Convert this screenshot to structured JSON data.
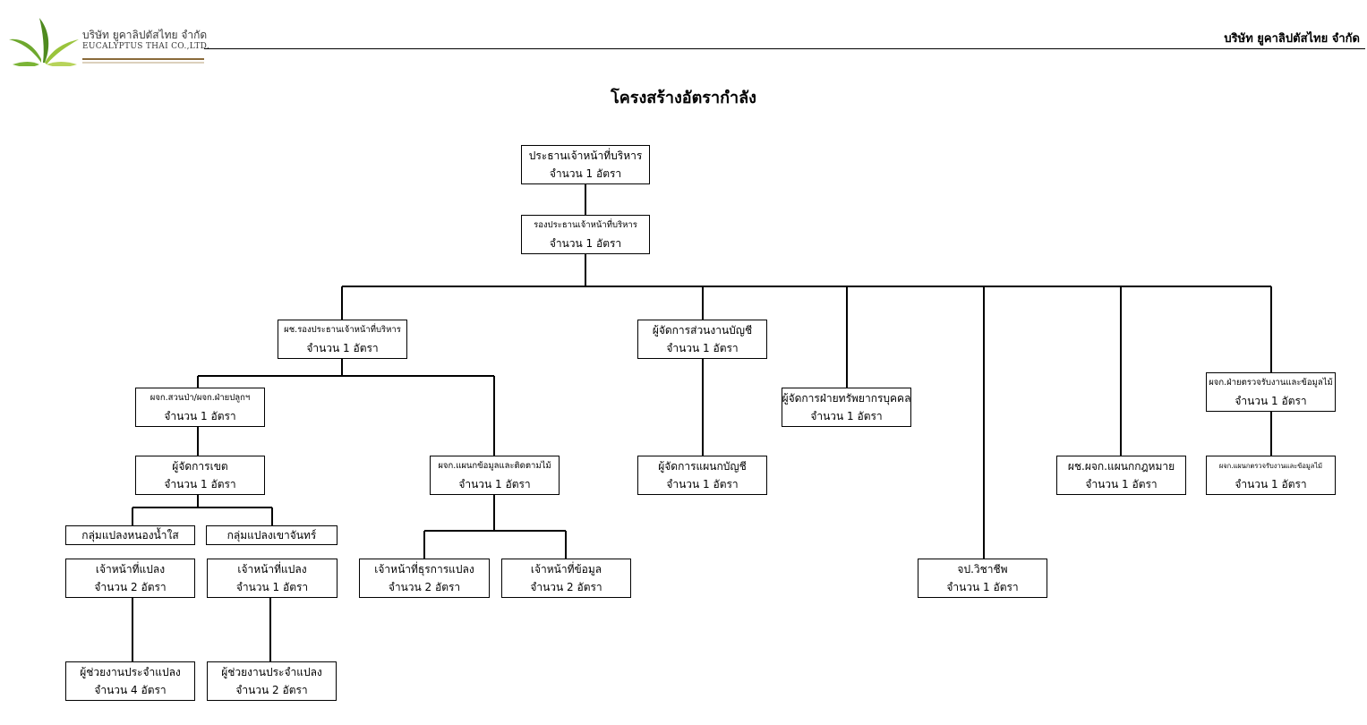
{
  "header": {
    "logo_th": "บริษัท ยูคาลิปตัสไทย จำกัด",
    "logo_en": "EUCALYPTUS THAI CO.,LTD.",
    "company_name": "บริษัท ยูคาลิปตัสไทย จำกัด"
  },
  "title": "โครงสร้างอัตรากำลัง",
  "nodes": {
    "ceo": {
      "title": "ประธานเจ้าหน้าที่บริหาร",
      "count": "จำนวน  1  อัตรา"
    },
    "vice_ceo": {
      "title": "รองประธานเจ้าหน้าที่บริหาร",
      "count": "จำนวน  1  อัตรา"
    },
    "asst_vice": {
      "title": "ผช.รองประธานเจ้าหน้าที่บริหาร",
      "count": "จำนวน  1  อัตรา"
    },
    "acct_div_mgr": {
      "title": "ผู้จัดการส่วนงานบัญชี",
      "count": "จำนวน  1  อัตรา"
    },
    "hr_mgr": {
      "title": "ผู้จัดการฝ่ายทรัพยากรบุคคล",
      "count": "จำนวน  1  อัตรา"
    },
    "audit_mgr": {
      "title": "ผจก.ฝ่ายตรวจรับงานและข้อมูลไม้",
      "count": "จำนวน  1  อัตรา"
    },
    "plant_mgr": {
      "title": "ผจก.สวนป่า/ผจก.ฝ่ายปลูกฯ",
      "count": "จำนวน  1  อัตรา"
    },
    "data_mgr": {
      "title": "ผจก.แผนกข้อมูลและติดตามไม้",
      "count": "จำนวน  1  อัตรา"
    },
    "acct_sec_mgr": {
      "title": "ผู้จัดการแผนกบัญชี",
      "count": "จำนวน  1  อัตรา"
    },
    "legal_mgr": {
      "title": "ผช.ผจก.แผนกกฎหมาย",
      "count": "จำนวน  1  อัตรา"
    },
    "audit_sec_mgr": {
      "title": "ผจก.แผนกตรวจรับงานและข้อมูลไม้",
      "count": "จำนวน  1  อัตรา"
    },
    "zone_mgr": {
      "title": "ผู้จัดการเขต",
      "count": "จำนวน  1  อัตรา"
    },
    "group_nongnamsai": {
      "title": "กลุ่มแปลงหนองน้ำใส"
    },
    "group_khaochan": {
      "title": "กลุ่มแปลงเขาจันทร์"
    },
    "plot_officer_1": {
      "title": "เจ้าหน้าที่แปลง",
      "count": "จำนวน  2  อัตรา"
    },
    "plot_officer_2": {
      "title": "เจ้าหน้าที่แปลง",
      "count": "จำนวน  1  อัตรา"
    },
    "plot_assistant_1": {
      "title": "ผู้ช่วยงานประจำแปลง",
      "count": "จำนวน  4  อัตรา"
    },
    "plot_assistant_2": {
      "title": "ผู้ช่วยงานประจำแปลง",
      "count": "จำนวน  2  อัตรา"
    },
    "biz_officer": {
      "title": "เจ้าหน้าที่ธุรการแปลง",
      "count": "จำนวน  2  อัตรา"
    },
    "data_officer": {
      "title": "เจ้าหน้าที่ข้อมูล",
      "count": "จำนวน  2  อัตรา"
    },
    "safety_officer": {
      "title": "จป.วิชาชีพ",
      "count": "จำนวน  1  อัตรา"
    }
  },
  "colors": {
    "line": "#000000",
    "leaf_light": "#9ac43c",
    "leaf_dark": "#4f8a1f"
  }
}
